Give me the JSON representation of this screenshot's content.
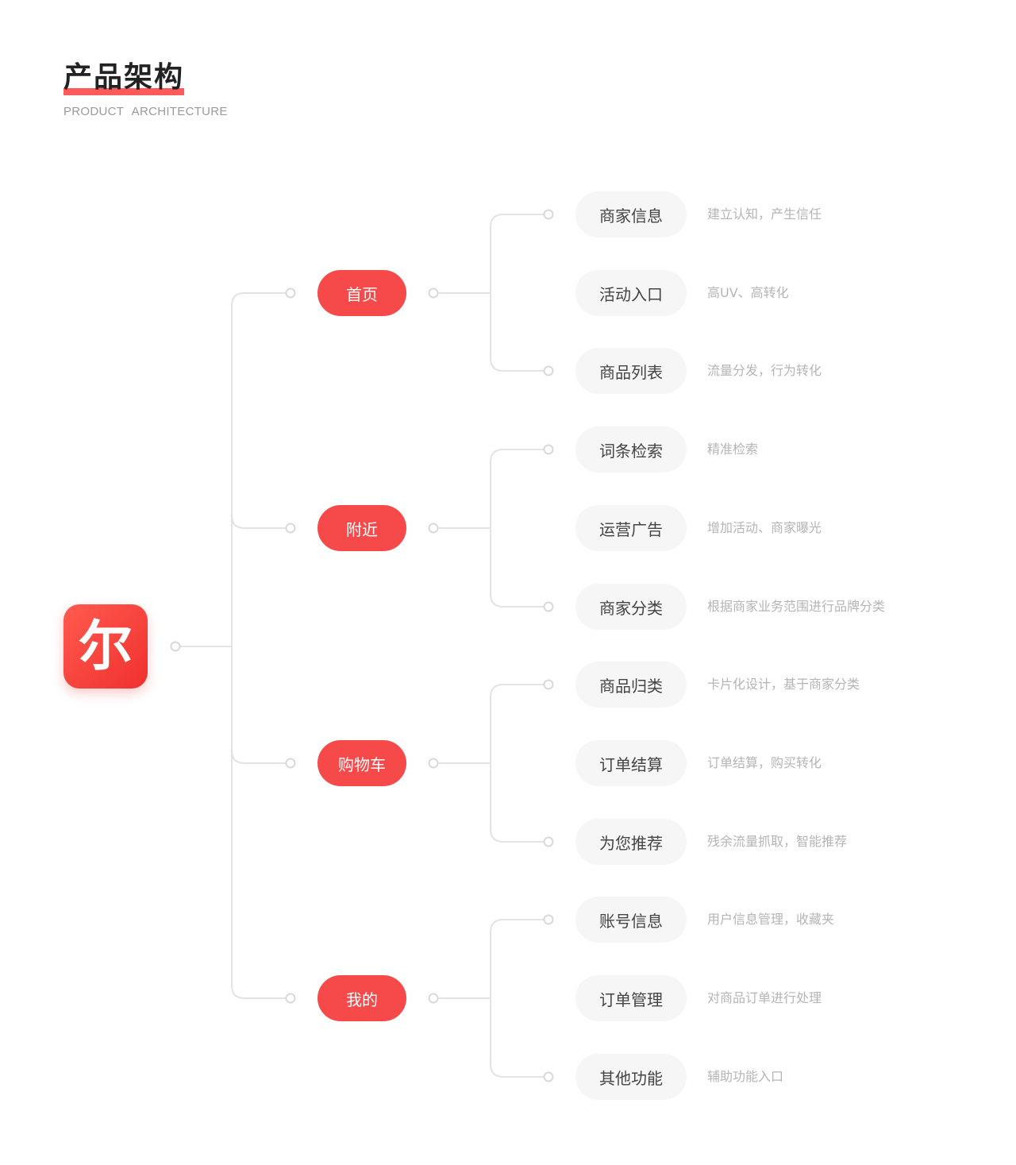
{
  "header": {
    "title": "产品架构",
    "subtitle": "PRODUCT  ARCHITECTURE"
  },
  "root": {
    "logo_char": "尔"
  },
  "colors": {
    "accent": "#f6494a",
    "line": "#e3e3e3",
    "node_bg": "#f6f6f6",
    "desc_text": "#b5b5b5"
  },
  "branches": [
    {
      "label": "首页",
      "children": [
        {
          "label": "商家信息",
          "desc": "建立认知，产生信任"
        },
        {
          "label": "活动入口",
          "desc": "高UV、高转化"
        },
        {
          "label": "商品列表",
          "desc": "流量分发，行为转化"
        }
      ]
    },
    {
      "label": "附近",
      "children": [
        {
          "label": "词条检索",
          "desc": "精准检索"
        },
        {
          "label": "运营广告",
          "desc": "增加活动、商家曝光"
        },
        {
          "label": "商家分类",
          "desc": "根据商家业务范围进行品牌分类"
        }
      ]
    },
    {
      "label": "购物车",
      "children": [
        {
          "label": "商品归类",
          "desc": "卡片化设计，基于商家分类"
        },
        {
          "label": "订单结算",
          "desc": "订单结算，购买转化"
        },
        {
          "label": "为您推荐",
          "desc": "残余流量抓取，智能推荐"
        }
      ]
    },
    {
      "label": "我的",
      "children": [
        {
          "label": "账号信息",
          "desc": "用户信息管理，收藏夹"
        },
        {
          "label": "订单管理",
          "desc": "对商品订单进行处理"
        },
        {
          "label": "其他功能",
          "desc": "辅助功能入口"
        }
      ]
    }
  ]
}
